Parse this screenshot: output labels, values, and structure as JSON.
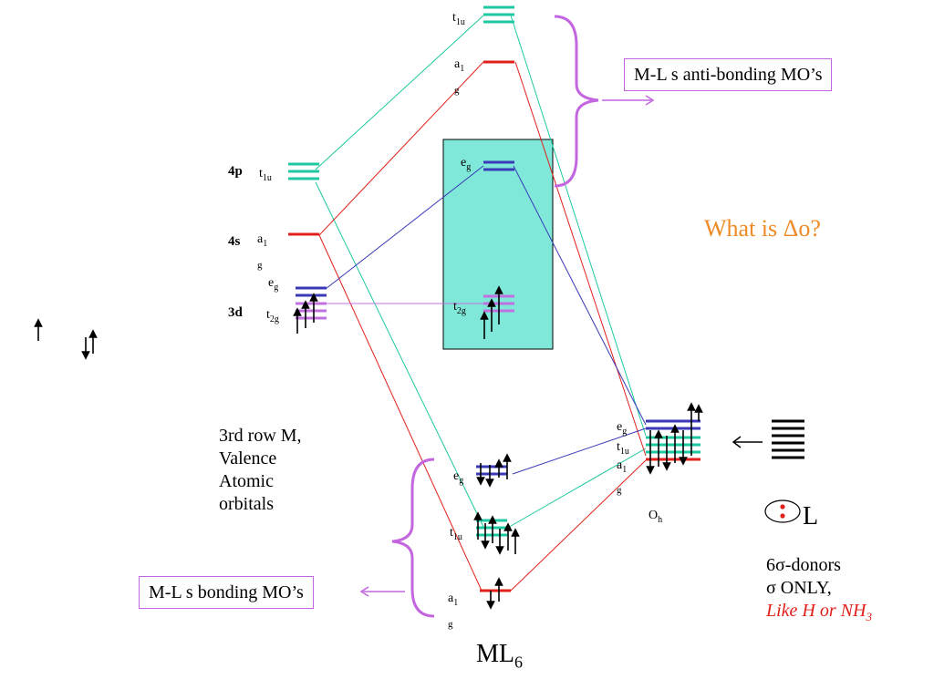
{
  "metal_orbitals": {
    "p_label": "4p",
    "s_label": "4s",
    "d_label": "3d",
    "t1u": "t1u",
    "a1g": "a1g",
    "eg": "eg",
    "t2g": "t2g"
  },
  "mo_labels": {
    "top_t1u": "t1u",
    "top_a1g": "a1g",
    "mid_eg": "eg",
    "mid_t2g": "t2g",
    "bot_eg": "eg",
    "bot_t1u": "t1u",
    "bot_a1g": "a1g"
  },
  "ligand_labels": {
    "eg": "eg",
    "t1u": "t1u",
    "a1g": "a1g",
    "symmetry": "Oh"
  },
  "annotations": {
    "antibonding": "M-L s anti-bonding MO’s",
    "bonding": "M-L s bonding MO’s",
    "question": "What is Δo?",
    "valence_line1": "3rd row M,",
    "valence_line2": "Valence",
    "valence_line3": "Atomic",
    "valence_line4": "orbitals",
    "ligand_letter": "L",
    "donors_line1": "6σ-donors",
    "donors_line2": "σ ONLY,",
    "donors_line3": "Like H or NH3",
    "complex": "ML6"
  },
  "legend": {
    "single_up": "↑",
    "paired": "↓↑"
  },
  "colors": {
    "teal": "#1ec8a0",
    "red": "#e0201a",
    "blue": "#3a3ab8",
    "violet": "#c070e0",
    "box_fill": "#7fe8d8",
    "bracket": "#c466e0",
    "orange": "#ef8a25"
  }
}
